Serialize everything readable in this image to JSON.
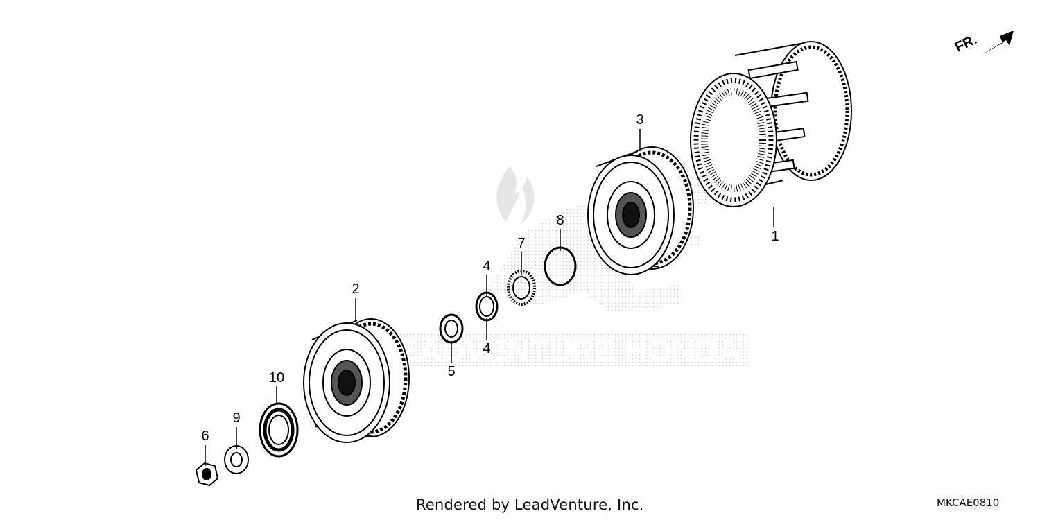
{
  "direction_indicator": {
    "label": "FR.",
    "icon": "arrow-up-right-icon"
  },
  "watermark": {
    "text": "LEADVENTURE HONDA",
    "icon": "flame-logo-icon",
    "color": "#cfcfcf"
  },
  "callouts": [
    {
      "id": "part-1",
      "label": "1"
    },
    {
      "id": "part-2",
      "label": "2"
    },
    {
      "id": "part-3",
      "label": "3"
    },
    {
      "id": "part-4a",
      "label": "4"
    },
    {
      "id": "part-4b",
      "label": "4"
    },
    {
      "id": "part-5",
      "label": "5"
    },
    {
      "id": "part-6",
      "label": "6"
    },
    {
      "id": "part-7",
      "label": "7"
    },
    {
      "id": "part-8",
      "label": "8"
    },
    {
      "id": "part-9",
      "label": "9"
    },
    {
      "id": "part-10",
      "label": "10"
    }
  ],
  "footer": {
    "credit": "Rendered by LeadVenture, Inc.",
    "diagram_code": "MKCAE0810"
  },
  "colors": {
    "line": "#000000",
    "watermark": "#cfcfcf",
    "background": "#ffffff"
  }
}
